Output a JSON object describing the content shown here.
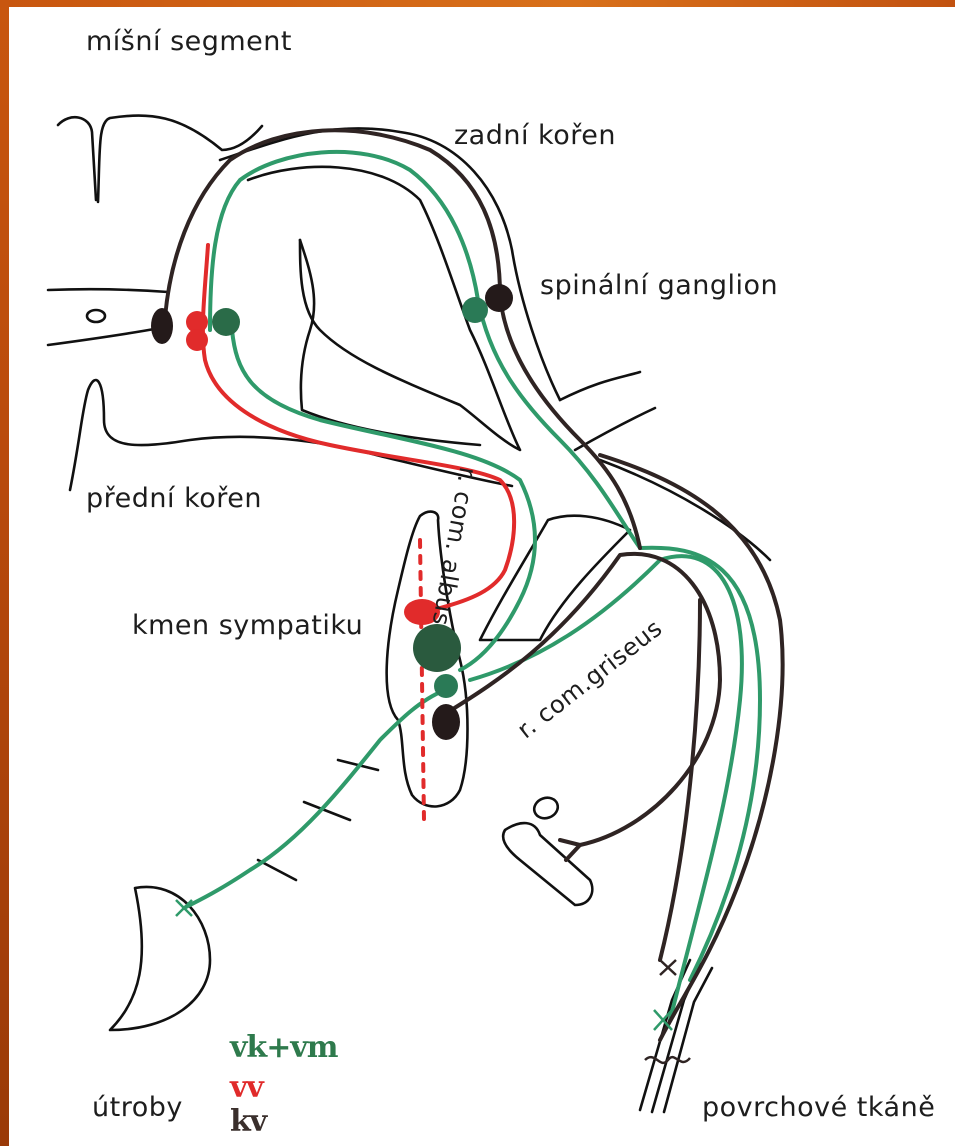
{
  "labels": {
    "segment": "míšní segment",
    "dorsal_root": "zadní kořen",
    "spinal_ganglion": "spinální ganglion",
    "ventral_root": "přední kořen",
    "ramus_albus": "r. com. albus",
    "sympathetic_trunk": "kmen sympatiku",
    "ramus_griseus": "r. com.griseus",
    "viscera": "útroby",
    "superficial_tissues": "povrchové tkáně"
  },
  "legend": [
    {
      "text": "vk+vm",
      "color": "#2e7a4c"
    },
    {
      "text": "vv",
      "color": "#e02a2a"
    },
    {
      "text": "kv",
      "color": "#3a2f2c"
    }
  ],
  "colors": {
    "green": "#2f9a6a",
    "red": "#e12b2b",
    "dark": "#2f2423",
    "outline": "#111111",
    "frame": "#c8560f"
  }
}
